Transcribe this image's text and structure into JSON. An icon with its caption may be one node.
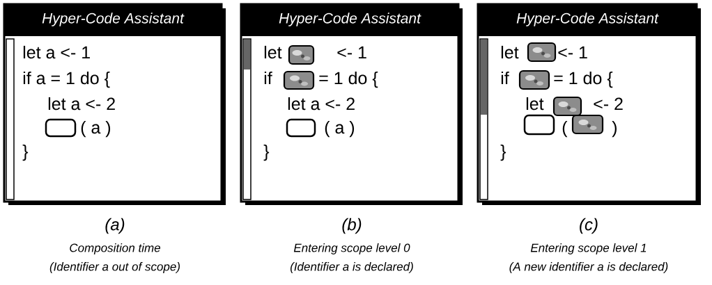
{
  "diagram": {
    "nodes": [
      {
        "text": [
          "Hyper-Code Assistant",
          "let a <- 1",
          "if a = 1 do {",
          "let a <- 2",
          "( a )",
          "}"
        ],
        "beside": [
          "(a)",
          "Composition time",
          "(Identifier a out of scope)"
        ]
      },
      {
        "text": [
          "Hyper-Code Assistant",
          "let",
          "<- 1",
          "if",
          "= 1 do {",
          "let a <- 2",
          "( a )",
          "}"
        ],
        "beside": [
          "(b)",
          "Entering scope level 0",
          "(Identifier a is declared)"
        ]
      },
      {
        "text": [
          "Hyper-Code Assistant",
          "let",
          "<- 1",
          "if",
          "= 1 do {",
          "let",
          "<- 2",
          "(",
          ")",
          "}"
        ],
        "beside": [
          "(c)",
          "Entering scope level 1",
          "(A new identifier a is declared)"
        ]
      }
    ],
    "edges": []
  }
}
